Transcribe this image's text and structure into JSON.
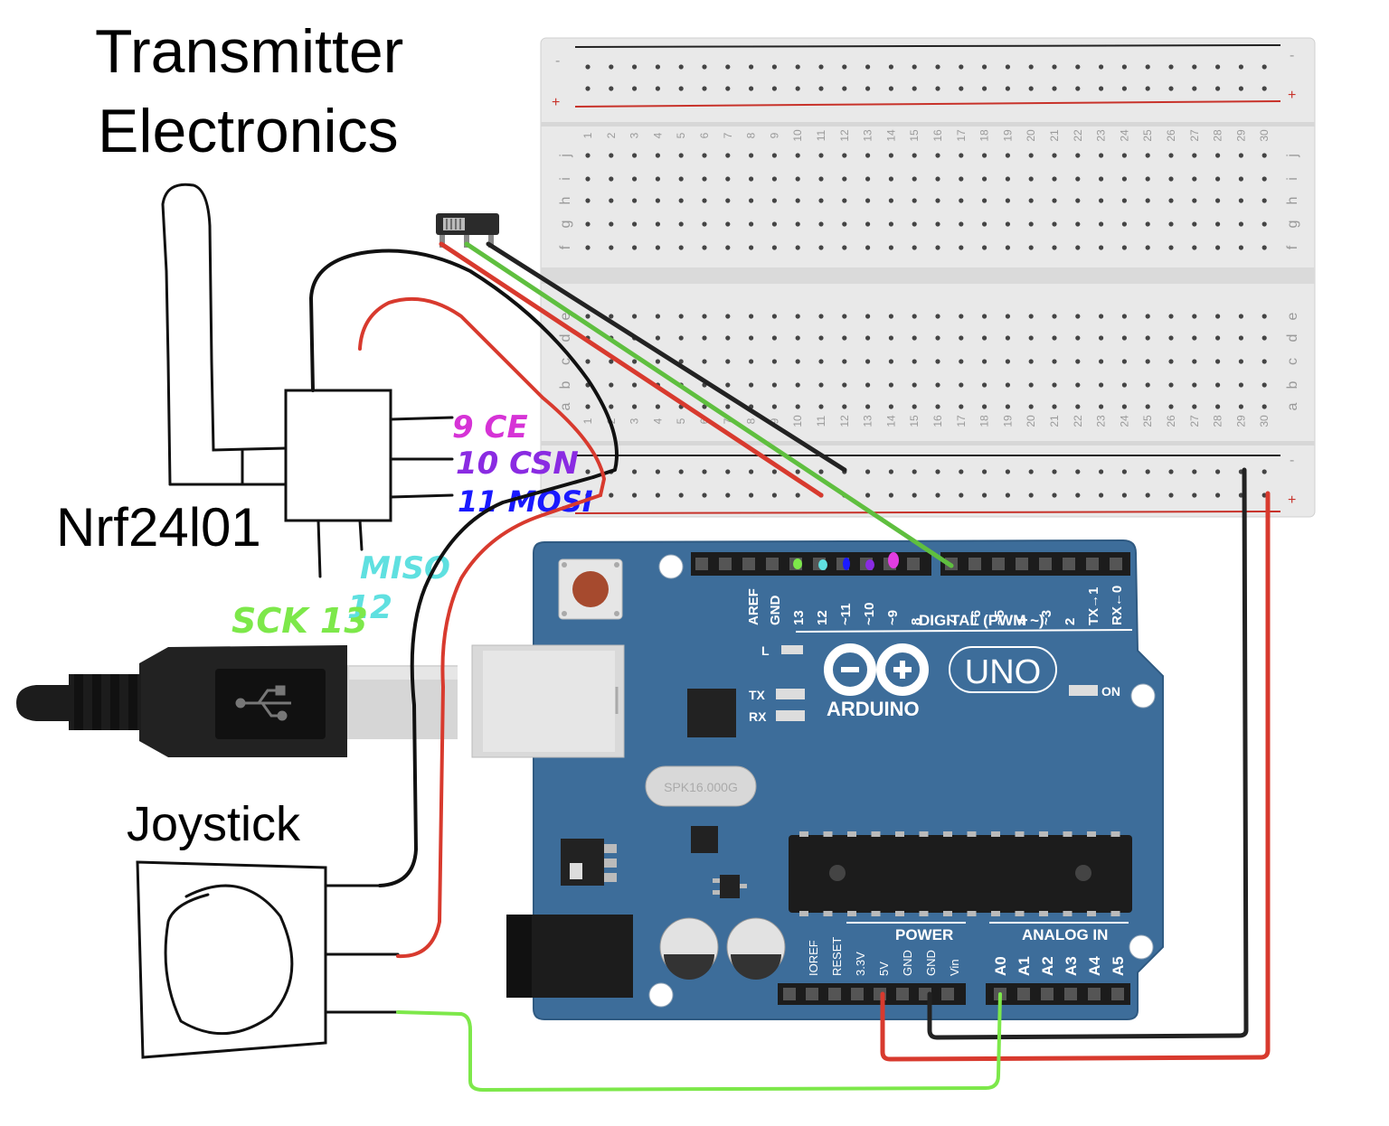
{
  "title": {
    "line1": "Transmitter",
    "line2": "Electronics"
  },
  "labels": {
    "nrf": "Nrf24l01",
    "joystick": "Joystick"
  },
  "nrf_pins": {
    "ce": "9 CE",
    "csn": "10 CSN",
    "mosi": "11 MOSI",
    "miso": "MISO",
    "sck": "SCK 13",
    "miso_pin": "12"
  },
  "breadboard": {
    "rail_minus": "-",
    "rail_plus": "+",
    "columns": [
      "1",
      "2",
      "3",
      "4",
      "5",
      "6",
      "7",
      "8",
      "9",
      "10",
      "11",
      "12",
      "13",
      "14",
      "15",
      "16",
      "17",
      "18",
      "19",
      "20",
      "21",
      "22",
      "23",
      "24",
      "25",
      "26",
      "27",
      "28",
      "29",
      "30"
    ],
    "top_rows": [
      "j",
      "i",
      "h",
      "g",
      "f"
    ],
    "bottom_rows": [
      "e",
      "d",
      "c",
      "b",
      "a"
    ]
  },
  "arduino": {
    "brand": "ARDUINO",
    "model": "UNO",
    "on_label": "ON",
    "l_label": "L",
    "tx_label": "TX",
    "rx_label": "RX",
    "crystal": "SPK16.000G",
    "digital_title": "DIGITAL (PWM ~)",
    "digital_pins": [
      "AREF",
      "GND",
      "13",
      "12",
      "~11",
      "~10",
      "~9",
      "8",
      "7",
      "~6",
      "~5",
      "4",
      "~3",
      "2",
      "TX→1",
      "RX←0"
    ],
    "power_title": "POWER",
    "power_pins": [
      "IOREF",
      "RESET",
      "3.3V",
      "5V",
      "GND",
      "GND",
      "Vin"
    ],
    "analog_title": "ANALOG IN",
    "analog_pins": [
      "A0",
      "A1",
      "A2",
      "A3",
      "A4",
      "A5"
    ]
  },
  "colors": {
    "board": "#3d6d9a",
    "wire_red": "#d83a2e",
    "wire_black": "#222222",
    "wire_green": "#5fbf3f",
    "wire_bright_green": "#7de84a",
    "ce": "#d633d6",
    "csn": "#8a2be2",
    "mosi": "#1a1aff",
    "miso": "#5fe0e0",
    "sck": "#7de84a"
  }
}
